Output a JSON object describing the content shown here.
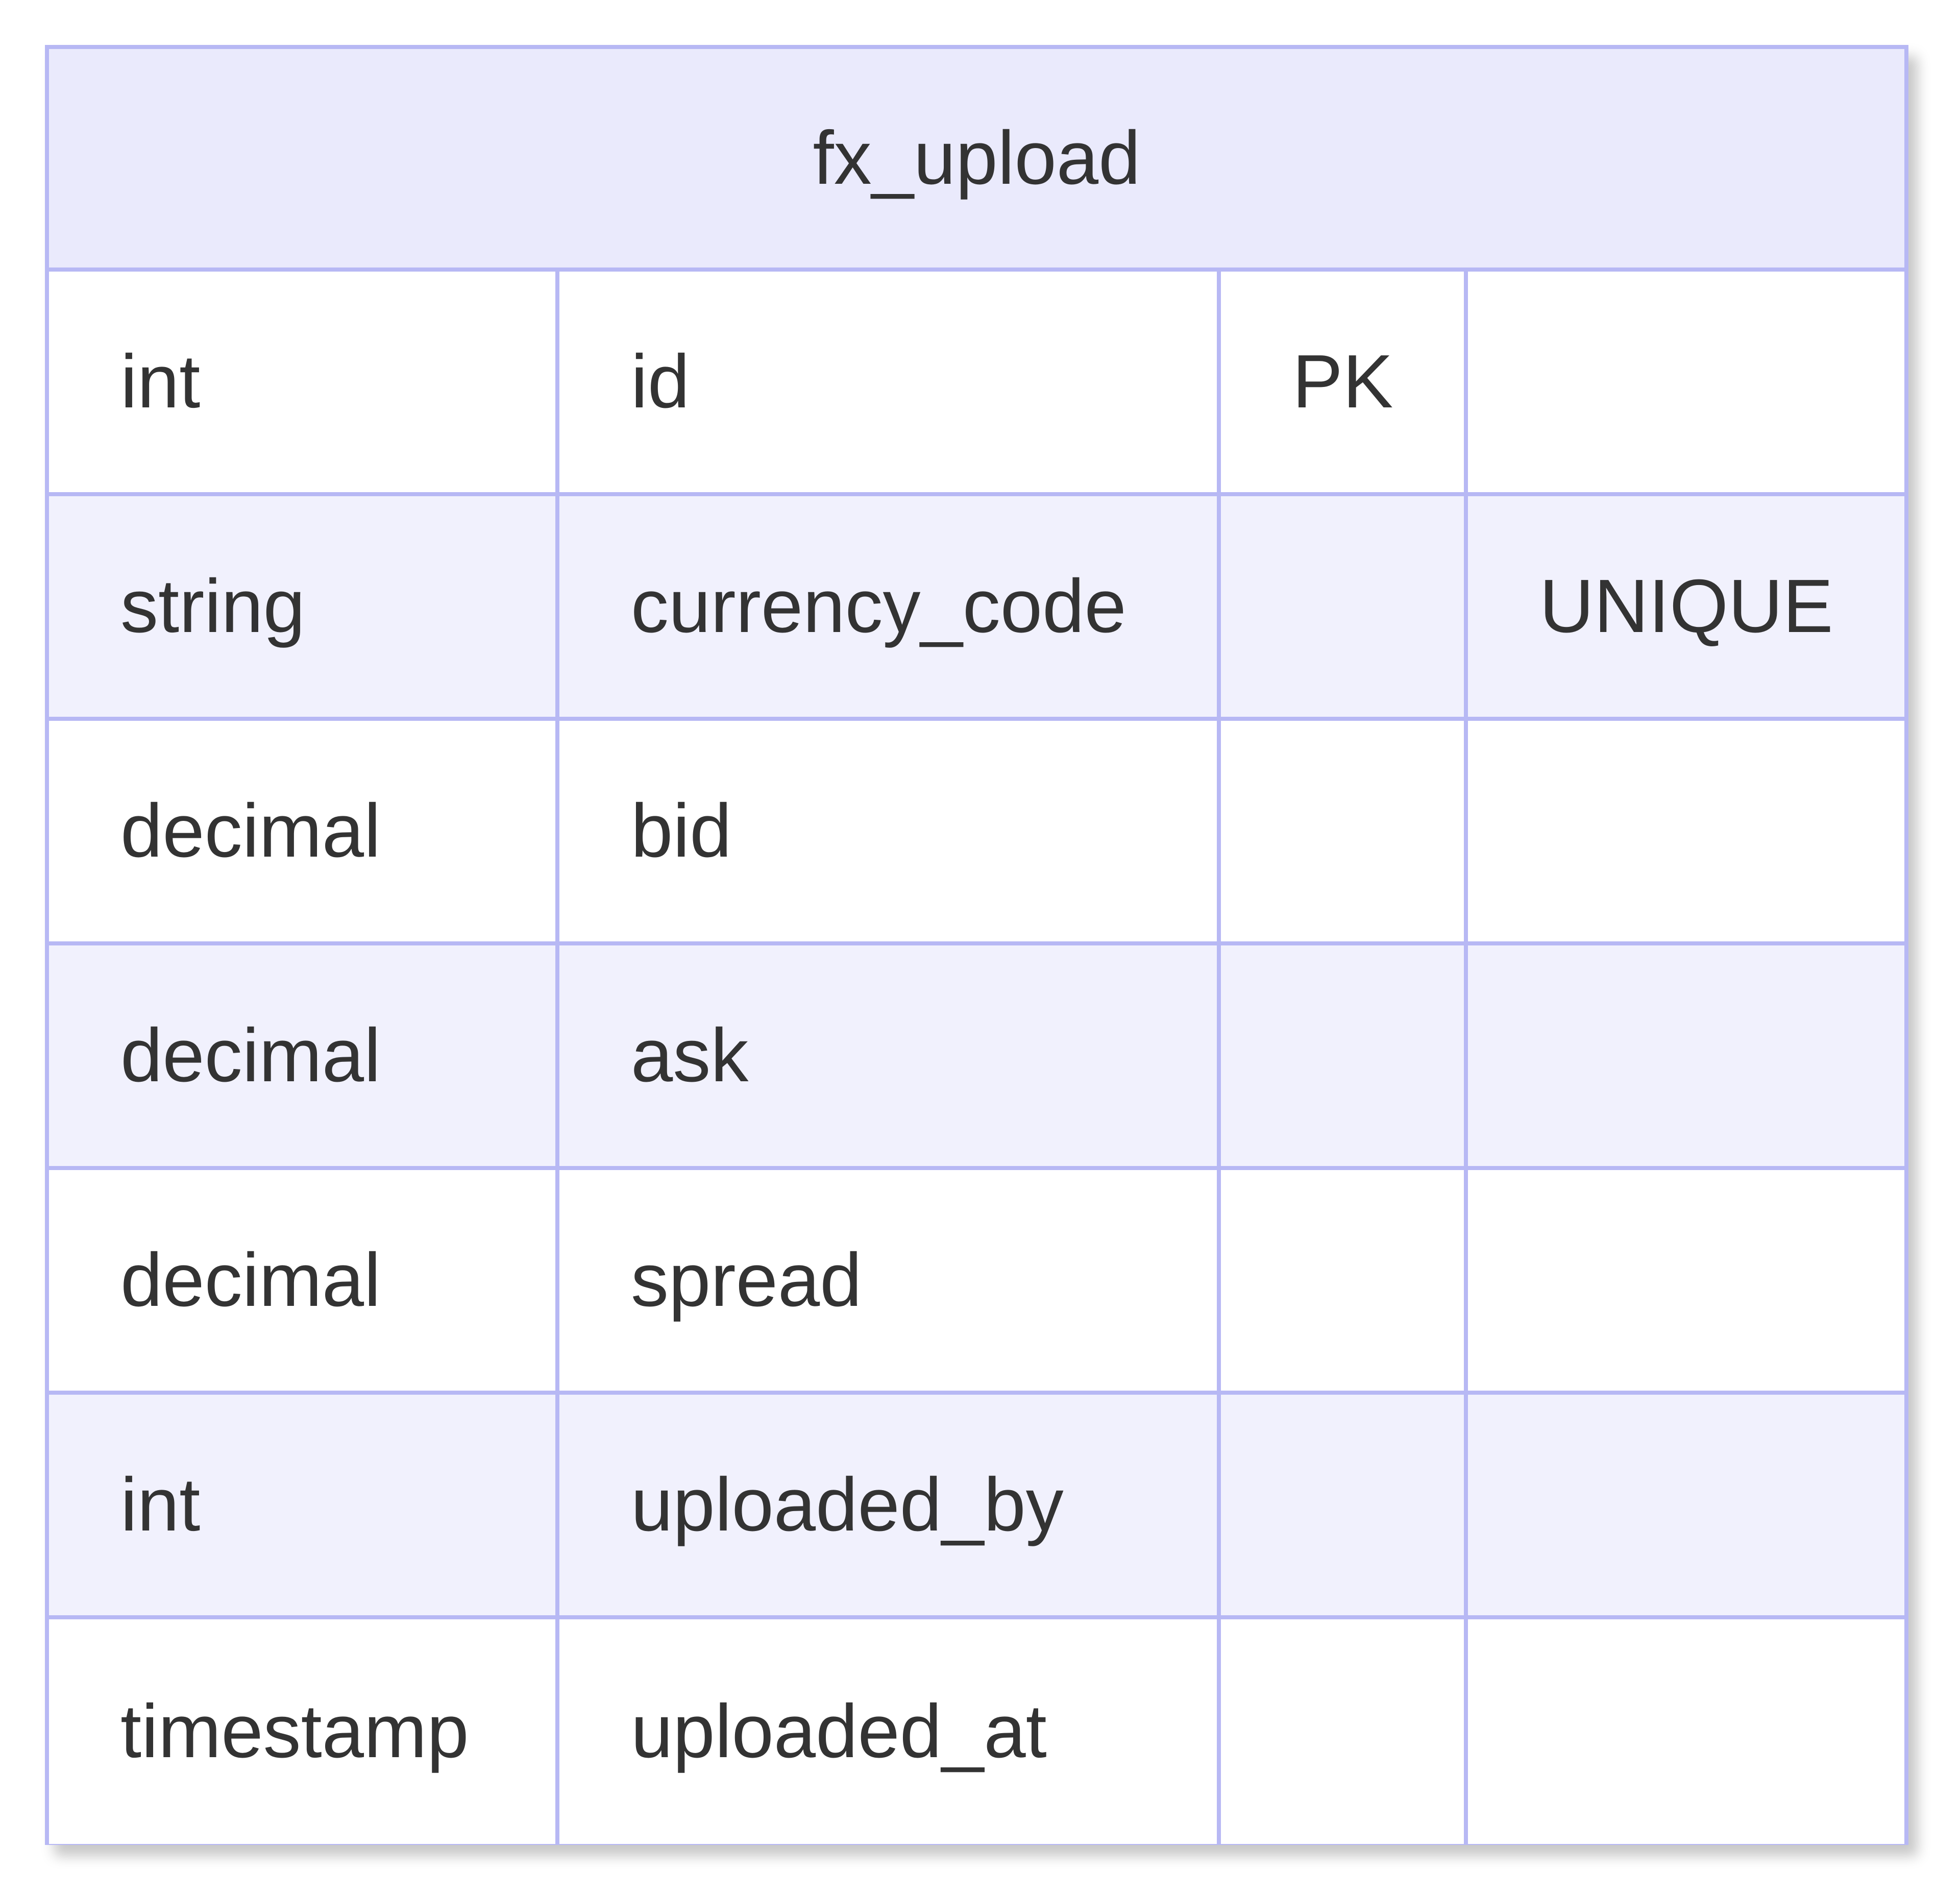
{
  "entity": {
    "name": "fx_upload",
    "attributes": [
      {
        "type": "int",
        "name": "id",
        "key": "PK",
        "comment": ""
      },
      {
        "type": "string",
        "name": "currency_code",
        "key": "",
        "comment": "UNIQUE"
      },
      {
        "type": "decimal",
        "name": "bid",
        "key": "",
        "comment": ""
      },
      {
        "type": "decimal",
        "name": "ask",
        "key": "",
        "comment": ""
      },
      {
        "type": "decimal",
        "name": "spread",
        "key": "",
        "comment": ""
      },
      {
        "type": "int",
        "name": "uploaded_by",
        "key": "",
        "comment": ""
      },
      {
        "type": "timestamp",
        "name": "uploaded_at",
        "key": "",
        "comment": ""
      }
    ]
  },
  "colors": {
    "border": "#b7b8f4",
    "header_fill": "#eaeafc",
    "row_fill_odd": "#ffffff",
    "row_fill_even": "#f1f1fd",
    "text": "#333333"
  }
}
